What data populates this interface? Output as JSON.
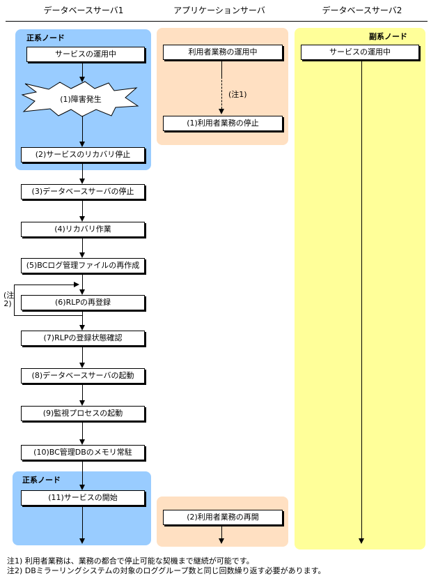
{
  "columns": {
    "db1": "データベースサーバ1",
    "app": "アプリケーションサーバ",
    "db2": "データベースサーバ2"
  },
  "node_labels": {
    "primary_top": "正系ノード",
    "secondary": "副系ノード",
    "primary_bottom": "正系ノード"
  },
  "db1_steps": {
    "service_running": "サービスの運用中",
    "failure": "(1)障害発生",
    "step2": "(2)サービスのリカバリ停止",
    "step3": "(3)データベースサーバの停止",
    "step4": "(4)リカバリ作業",
    "step5": "(5)BCログ管理ファイルの再作成",
    "step6": "(6)RLPの再登録",
    "step7": "(7)RLPの登録状態確認",
    "step8": "(8)データベースサーバの起動",
    "step9": "(9)監視プロセスの起動",
    "step10": "(10)BC管理DBのメモリ常駐",
    "step11": "(11)サービスの開始"
  },
  "app_steps": {
    "running": "利用者業務の運用中",
    "note_ref": "(注1)",
    "stop": "(1)利用者業務の停止",
    "resume": "(2)利用者業務の再開"
  },
  "db2_steps": {
    "service_running": "サービスの運用中"
  },
  "loop_note": "(注2)",
  "notes": [
    "注1) 利用者業務は、業務の都合で停止可能な契機まで継続が可能です。",
    "注2) DBミラーリングシステムの対象のロググループ数と同じ回数繰り返す必要があります。"
  ],
  "colors": {
    "primary_zone": "#99ccff",
    "app_zone": "#ffe0c2",
    "secondary_zone": "#ffff99"
  }
}
